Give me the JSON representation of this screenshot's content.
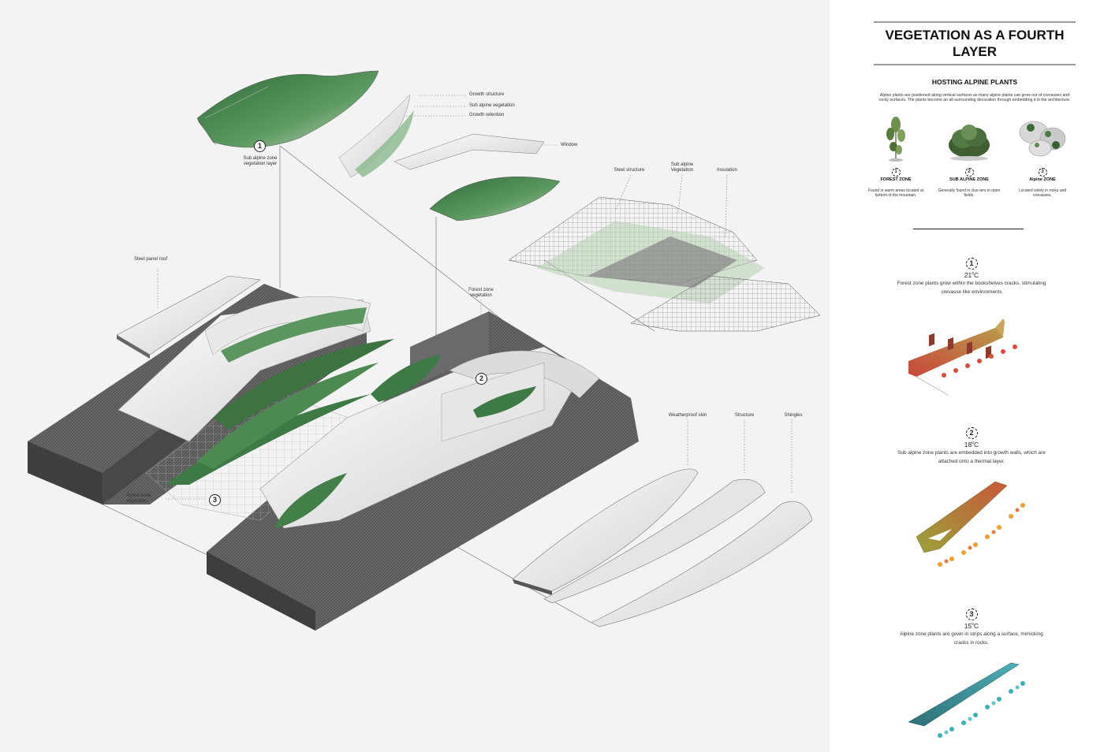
{
  "panel": {
    "title": "VEGETATION AS A FOURTH LAYER",
    "subheading": "HOSTING ALPINE PLANTS",
    "intro": "Alpine plants are positioned along vertical surfaces as many alpine plants can grow out of crevasses and rocky surfaces. The plants become an all surrounding decoration through embedding it in the architecture.",
    "zones": [
      {
        "num": "1",
        "name": "FOREST ZONE",
        "desc": "Found in warm areas located at bottom of the mountain."
      },
      {
        "num": "2",
        "name": "SUB ALPINE ZONE",
        "desc": "Generally found in clus-ters in open fields."
      },
      {
        "num": "3",
        "name": "Alpine ZONE",
        "desc": "Located solely in rocks and crevasses."
      }
    ],
    "steps": [
      {
        "num": "1",
        "temp": "21",
        "unit": "C",
        "desc": "Forest zone plants grow within the bookshelves cracks, stimulating crevasse like environments"
      },
      {
        "num": "2",
        "temp": "18",
        "unit": "C",
        "desc": "Sub alpine zone plants are embedded into growth walls, which are attached onto a thermal layer."
      },
      {
        "num": "3",
        "temp": "15",
        "unit": "C",
        "desc": "Alpine zone plants are gown in strips along a surface, mimicking cracks in rocks."
      }
    ],
    "colors": {
      "forest": "#c8473a",
      "subalpine": "#c9a43c",
      "alpine": "#3aa6ad",
      "vegetation": "#3e7a45"
    }
  },
  "diagram": {
    "labels": {
      "growth_structure": "Growth structure",
      "sub_alpine_vegetation": "Sub alpine vegetation",
      "growth_retention": "Growth retention",
      "window": "Window",
      "steel_structure": "Steel structure",
      "sub_alpine_vegetation_2": "Sub alpine Vegetation",
      "insulation": "Insulation",
      "steel_panel_roof": "Steel panel roof",
      "forest_zone_vegetation": "Forest zone vegetation",
      "sub_alpine_layer": "Sub alpine zone vegetation layer",
      "alpine_zone_vegetation": "Alpine zone vegetation",
      "weatherproof_skin": "Weatherproof skin",
      "structure": "Structure",
      "shingles": "Shingles"
    },
    "callouts": [
      "2",
      "1",
      "3"
    ]
  }
}
